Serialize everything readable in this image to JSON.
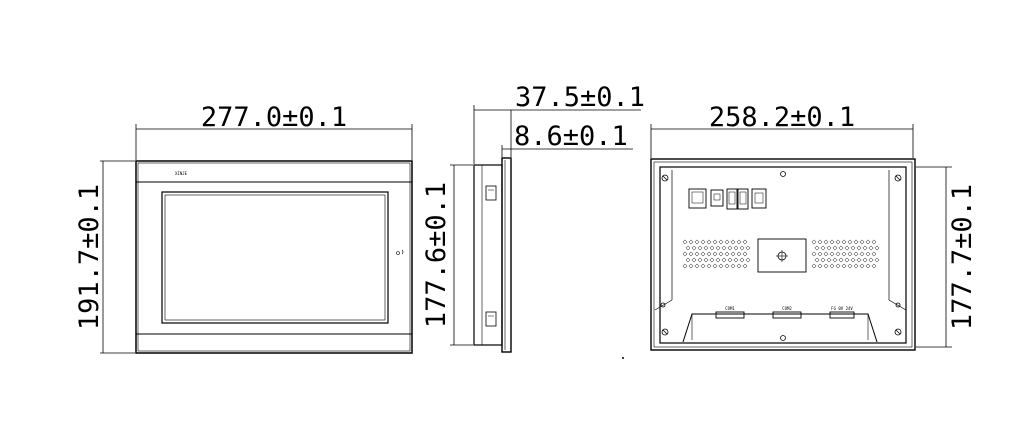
{
  "front_view": {
    "width_label": "277.0±0.1",
    "height_label": "191.7±0.1",
    "brand": "XINJE"
  },
  "side_view": {
    "depth_label": "37.5±0.1",
    "bezel_label": "8.6±0.1",
    "height_label": "177.6±0.1"
  },
  "rear_view": {
    "width_label": "258.2±0.1",
    "height_label": "177.7±0.1",
    "port_labels": [
      "COM1",
      "COM2",
      "FG 0V 24V"
    ]
  },
  "colors": {
    "line": "#000000",
    "background": "#ffffff"
  }
}
